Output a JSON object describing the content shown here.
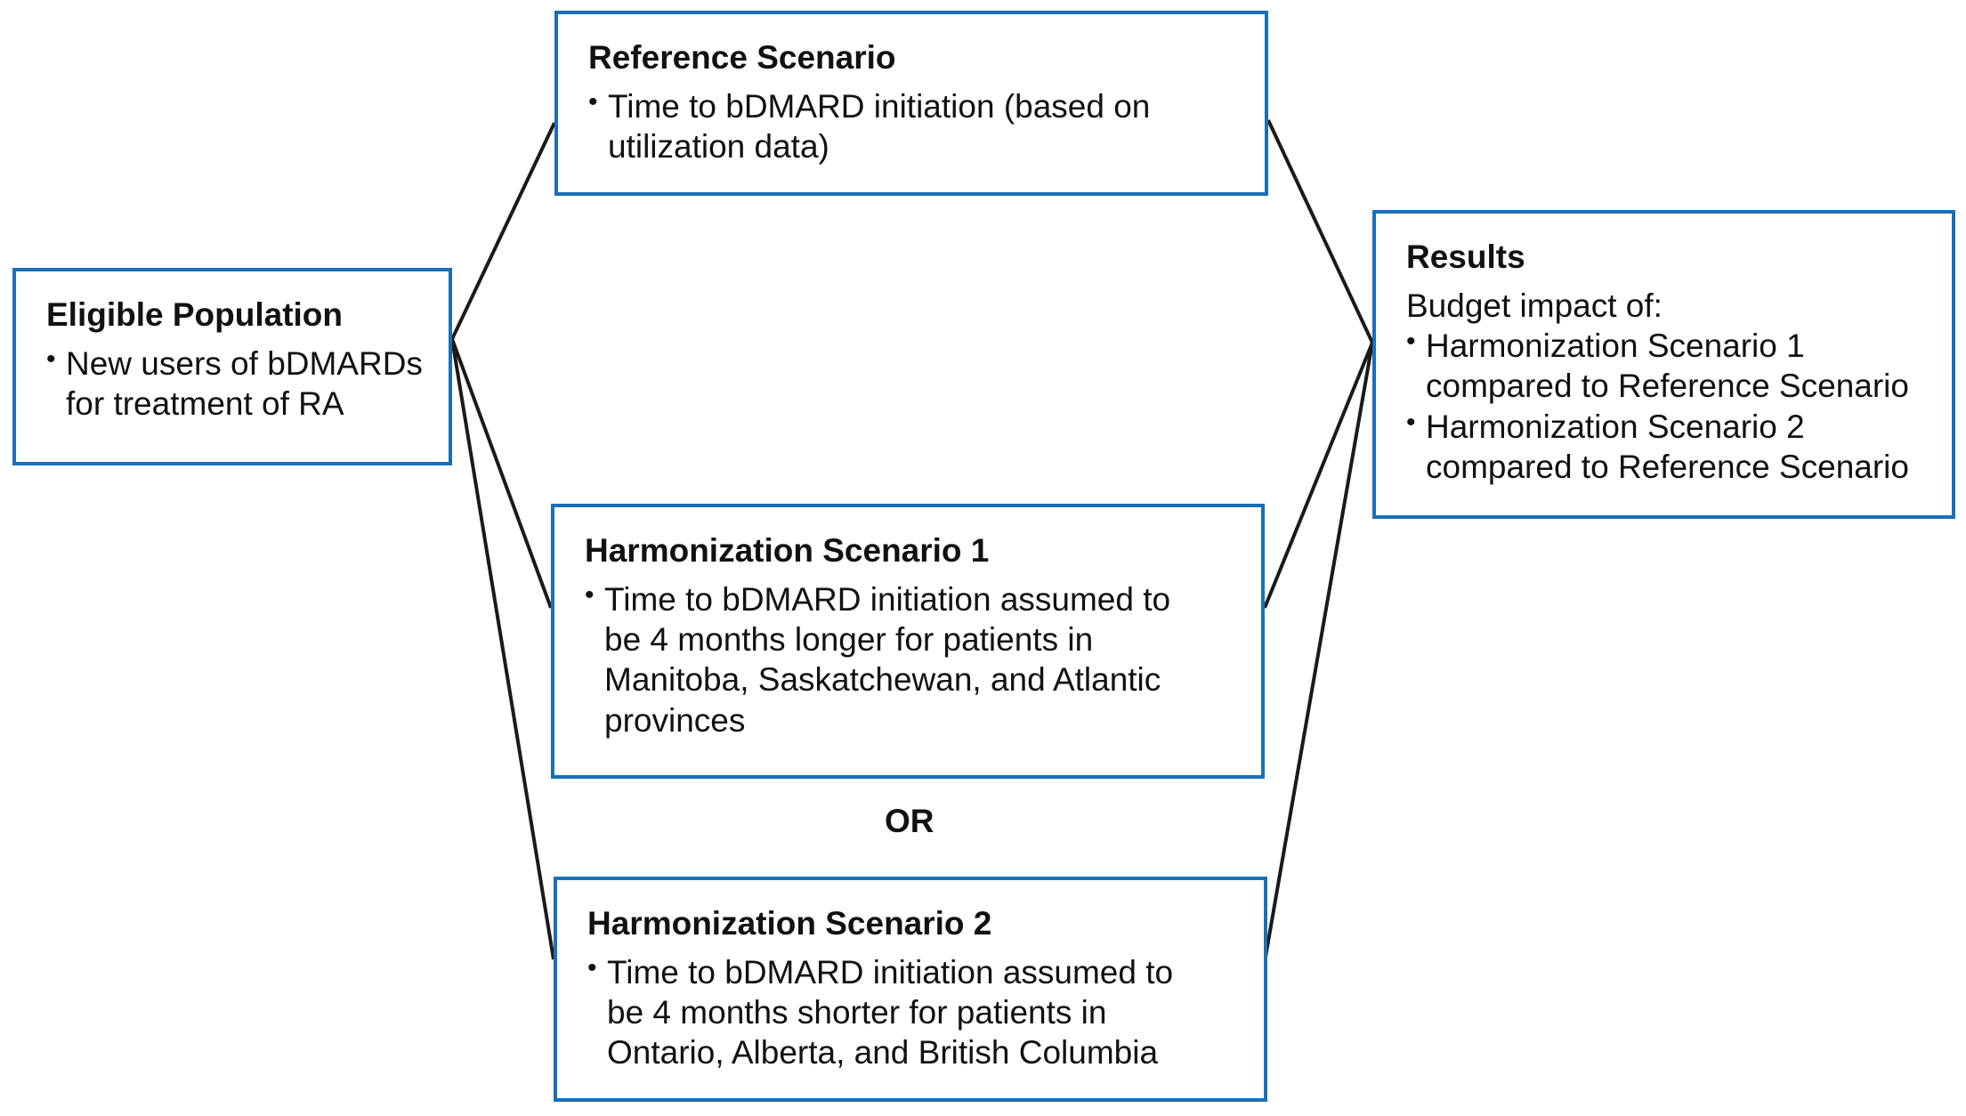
{
  "eligible": {
    "title": "Eligible Population",
    "bullets": [
      "New users of bDMARDs for treatment of RA"
    ]
  },
  "reference": {
    "title": "Reference Scenario",
    "bullets": [
      "Time to bDMARD initiation (based on utilization data)"
    ]
  },
  "harmonization1": {
    "title": "Harmonization Scenario 1",
    "bullets": [
      "Time to bDMARD initiation assumed to be 4 months longer for patients in Manitoba, Saskatchewan, and Atlantic provinces"
    ]
  },
  "or_label": "OR",
  "harmonization2": {
    "title": "Harmonization Scenario 2",
    "bullets": [
      "Time to bDMARD initiation assumed to be 4 months shorter for patients in Ontario, Alberta, and British Columbia"
    ]
  },
  "results": {
    "title": "Results",
    "intro": "Budget impact of:",
    "bullets": [
      "Harmonization Scenario 1 compared to Reference Scenario",
      "Harmonization Scenario 2 compared to Reference Scenario"
    ]
  },
  "colors": {
    "box_border": "#1a6fb7",
    "connector": "#1a1a1a"
  }
}
